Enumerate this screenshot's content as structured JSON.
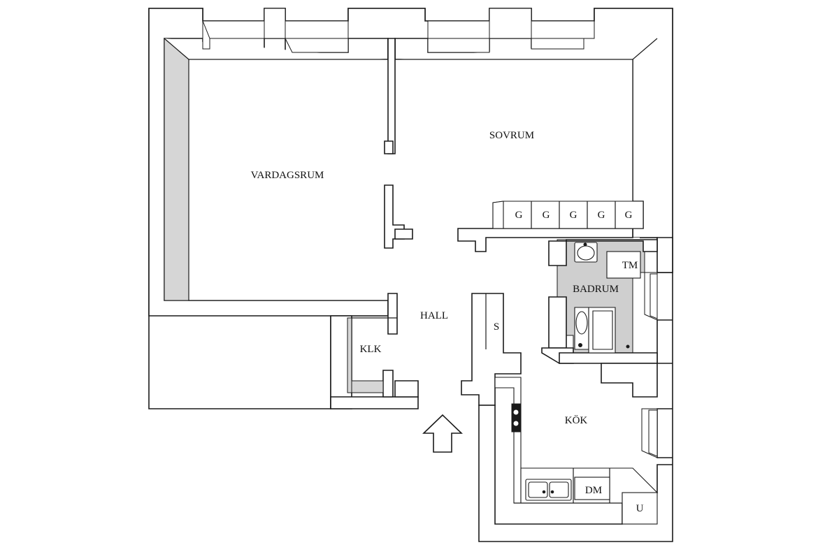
{
  "plan": {
    "rooms": {
      "vardagsrum": "VARDAGSRUM",
      "sovrum": "SOVRUM",
      "hall": "HALL",
      "klk": "KLK",
      "badrum": "BADRUM",
      "kok": "KÖK"
    },
    "fixtures": {
      "wardrobes": [
        "G",
        "G",
        "G",
        "G",
        "G"
      ],
      "washing_machine": "TM",
      "storage": "S",
      "dishwasher": "DM",
      "oven": "U"
    },
    "entrance_arrow": "entrance-arrow-icon"
  }
}
